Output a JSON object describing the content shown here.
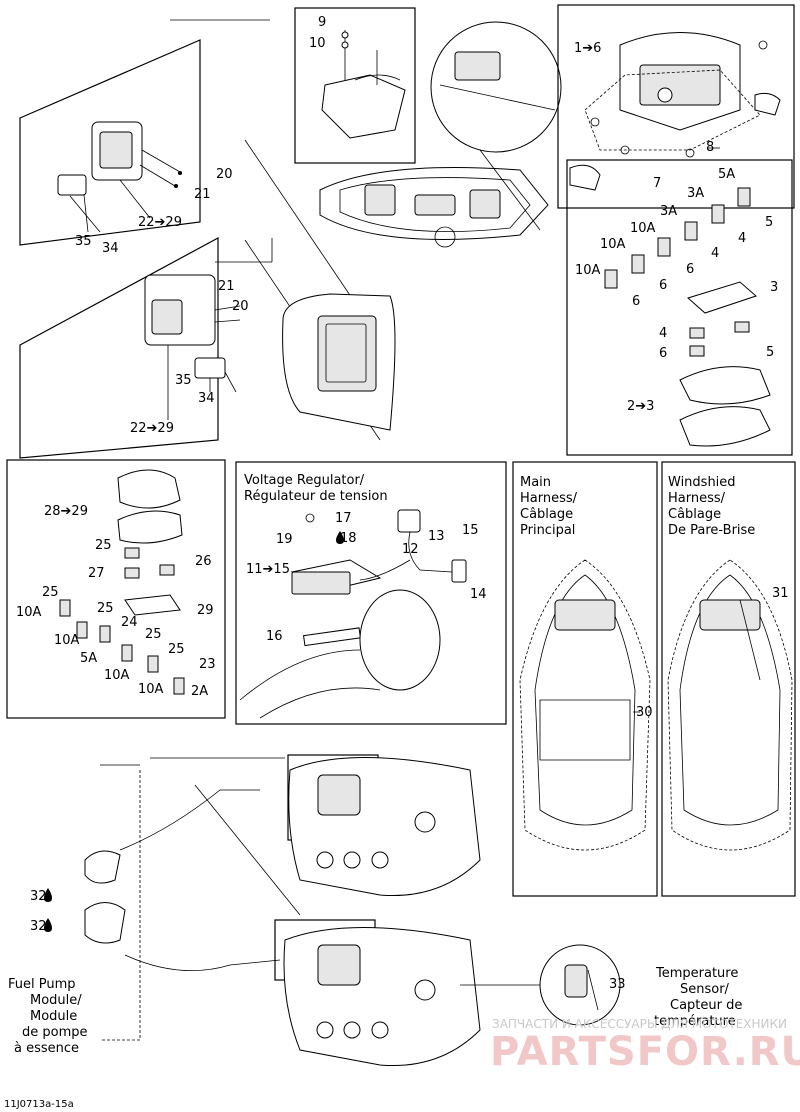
{
  "figure_id": "11J0713a-15a",
  "callouts": {
    "n9": "9",
    "n10": "10",
    "n1to6": "1➔6",
    "n8": "8",
    "n7": "7",
    "n20a": "20",
    "n21a": "21",
    "n22to29a": "22➔29",
    "n35a": "35",
    "n34a": "34",
    "n21b": "21",
    "n20b": "20",
    "n35b": "35",
    "n34b": "34",
    "n22to29b": "22➔29",
    "n5Aa": "5A",
    "n5a": "5",
    "n3Aa": "3A",
    "n4a": "4",
    "n3Ab": "3A",
    "n4b": "4",
    "n10Aa": "10A",
    "n6a": "6",
    "n10Ab": "10A",
    "n6b": "6",
    "n10Ac": "10A",
    "n6c": "6",
    "n3": "3",
    "n4c": "4",
    "n5b": "5",
    "n6d": "6",
    "n2to3": "2➔3",
    "n28to29": "28➔29",
    "n25a": "25",
    "n26": "26",
    "n27": "27",
    "n25b": "25",
    "n10Ad": "10A",
    "n25c": "25",
    "n24": "24",
    "n10Ae": "10A",
    "n5Ab": "5A",
    "n25d": "25",
    "n29": "29",
    "n25e": "25",
    "n10Af": "10A",
    "n23": "23",
    "n10Ag": "10A",
    "n2A": "2A",
    "n17": "17",
    "n19": "19",
    "n18": "18",
    "n13": "13",
    "n12": "12",
    "n11to15": "11➔15",
    "n15": "15",
    "n14": "14",
    "n16": "16",
    "n30": "30",
    "n31": "31",
    "n32a": "32",
    "n32b": "32",
    "n33": "33"
  },
  "labels": {
    "voltage_regulator": [
      "Voltage Regulator/",
      "Régulateur de tension"
    ],
    "main_harness": [
      "Main",
      "Harness/",
      "Câblage",
      "Principal"
    ],
    "windshield_harness": [
      "Windshied",
      "Harness/",
      "Câblage",
      "De Pare-Brise"
    ],
    "fuel_pump": [
      "Fuel Pump",
      "Module/",
      "Module",
      "de pompe",
      "à essence"
    ],
    "temperature_sensor": [
      "Temperature",
      "Sensor/",
      "Capteur de",
      "température"
    ]
  },
  "watermark": {
    "line1": "ЗАПЧАСТИ И АКСЕССУАРЫ ДЛЯ МОТОТЕХНИКИ",
    "logo": "PARTSFOR.RU"
  },
  "colors": {
    "line": "#000000",
    "background": "#ffffff",
    "watermark": "#f1c7c7"
  }
}
